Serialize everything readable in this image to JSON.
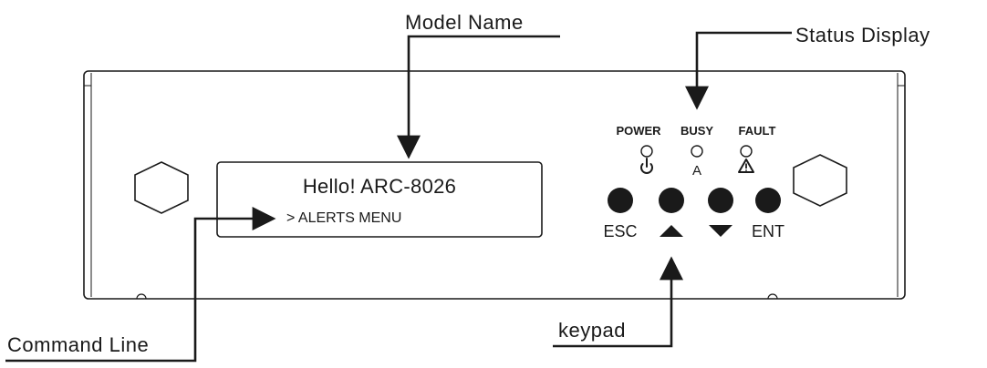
{
  "callouts": {
    "model_name": "Model Name",
    "status_display": "Status Display",
    "command_line": "Command Line",
    "keypad": "keypad"
  },
  "lcd": {
    "line1": "Hello! ARC-8026",
    "line2": "> ALERTS MENU"
  },
  "leds": [
    {
      "label": "POWER",
      "symbol": "power-icon"
    },
    {
      "label": "BUSY",
      "symbol": "A"
    },
    {
      "label": "FAULT",
      "symbol": "warning-icon"
    }
  ],
  "keys": [
    {
      "label": "ESC",
      "name": "esc-key"
    },
    {
      "label": "▲",
      "name": "up-key"
    },
    {
      "label": "▼",
      "name": "down-key"
    },
    {
      "label": "ENT",
      "name": "ent-key"
    }
  ]
}
